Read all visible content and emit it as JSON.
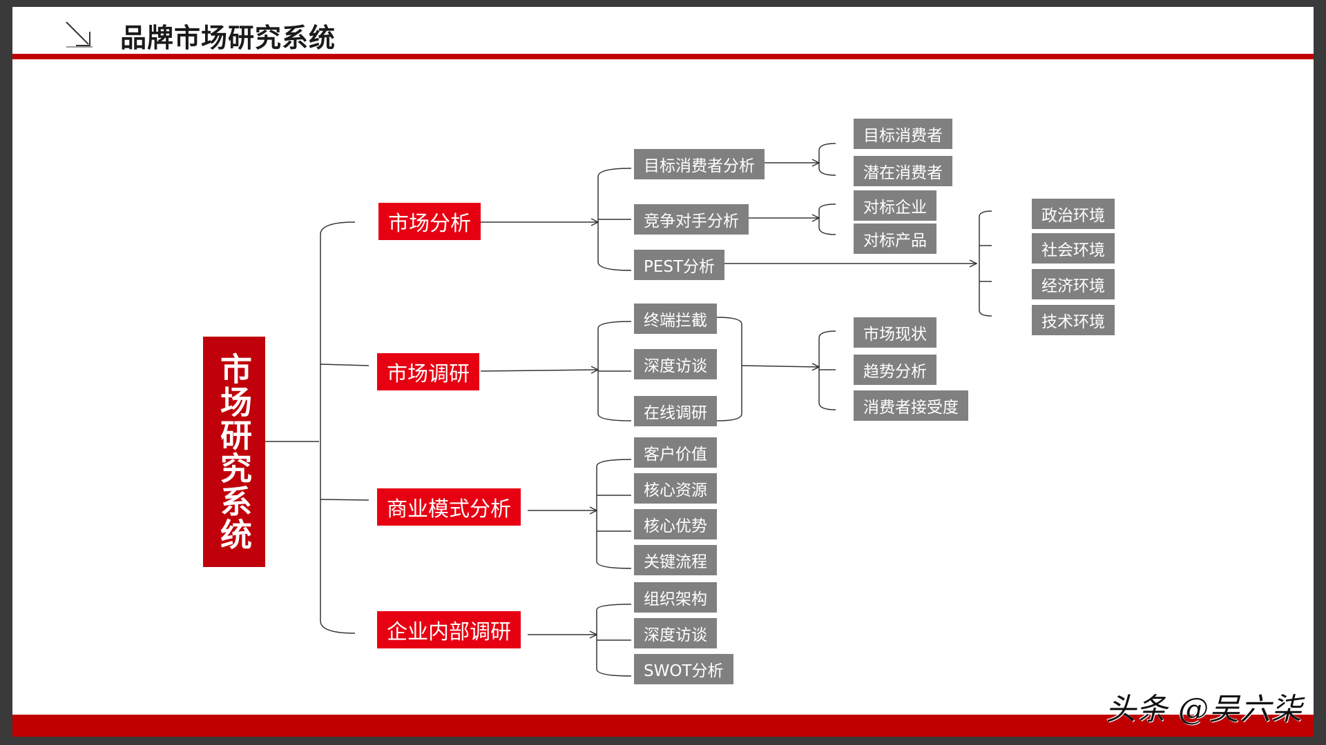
{
  "header": {
    "title": "品牌市场研究系统"
  },
  "diagram": {
    "root": "市场研究系统",
    "branches": [
      {
        "label": "市场分析",
        "children": [
          {
            "label": "目标消费者分析",
            "children": [
              "目标消费者",
              "潜在消费者"
            ]
          },
          {
            "label": "竞争对手分析",
            "children": [
              "对标企业",
              "对标产品"
            ]
          },
          {
            "label": "PEST分析",
            "children": [
              "政治环境",
              "社会环境",
              "经济环境",
              "技术环境"
            ]
          }
        ]
      },
      {
        "label": "市场调研",
        "children": [
          "终端拦截",
          "深度访谈",
          "在线调研"
        ],
        "outputs": [
          "市场现状",
          "趋势分析",
          "消费者接受度"
        ]
      },
      {
        "label": "商业模式分析",
        "children": [
          "客户价值",
          "核心资源",
          "核心优势",
          "关键流程"
        ]
      },
      {
        "label": "企业内部调研",
        "children": [
          "组织架构",
          "深度访谈",
          "SWOT分析"
        ]
      }
    ]
  },
  "watermark": "头条 @吴六柒",
  "colors": {
    "accent_red": "#c00000",
    "branch_red": "#e60012",
    "leaf_gray": "#808080"
  }
}
